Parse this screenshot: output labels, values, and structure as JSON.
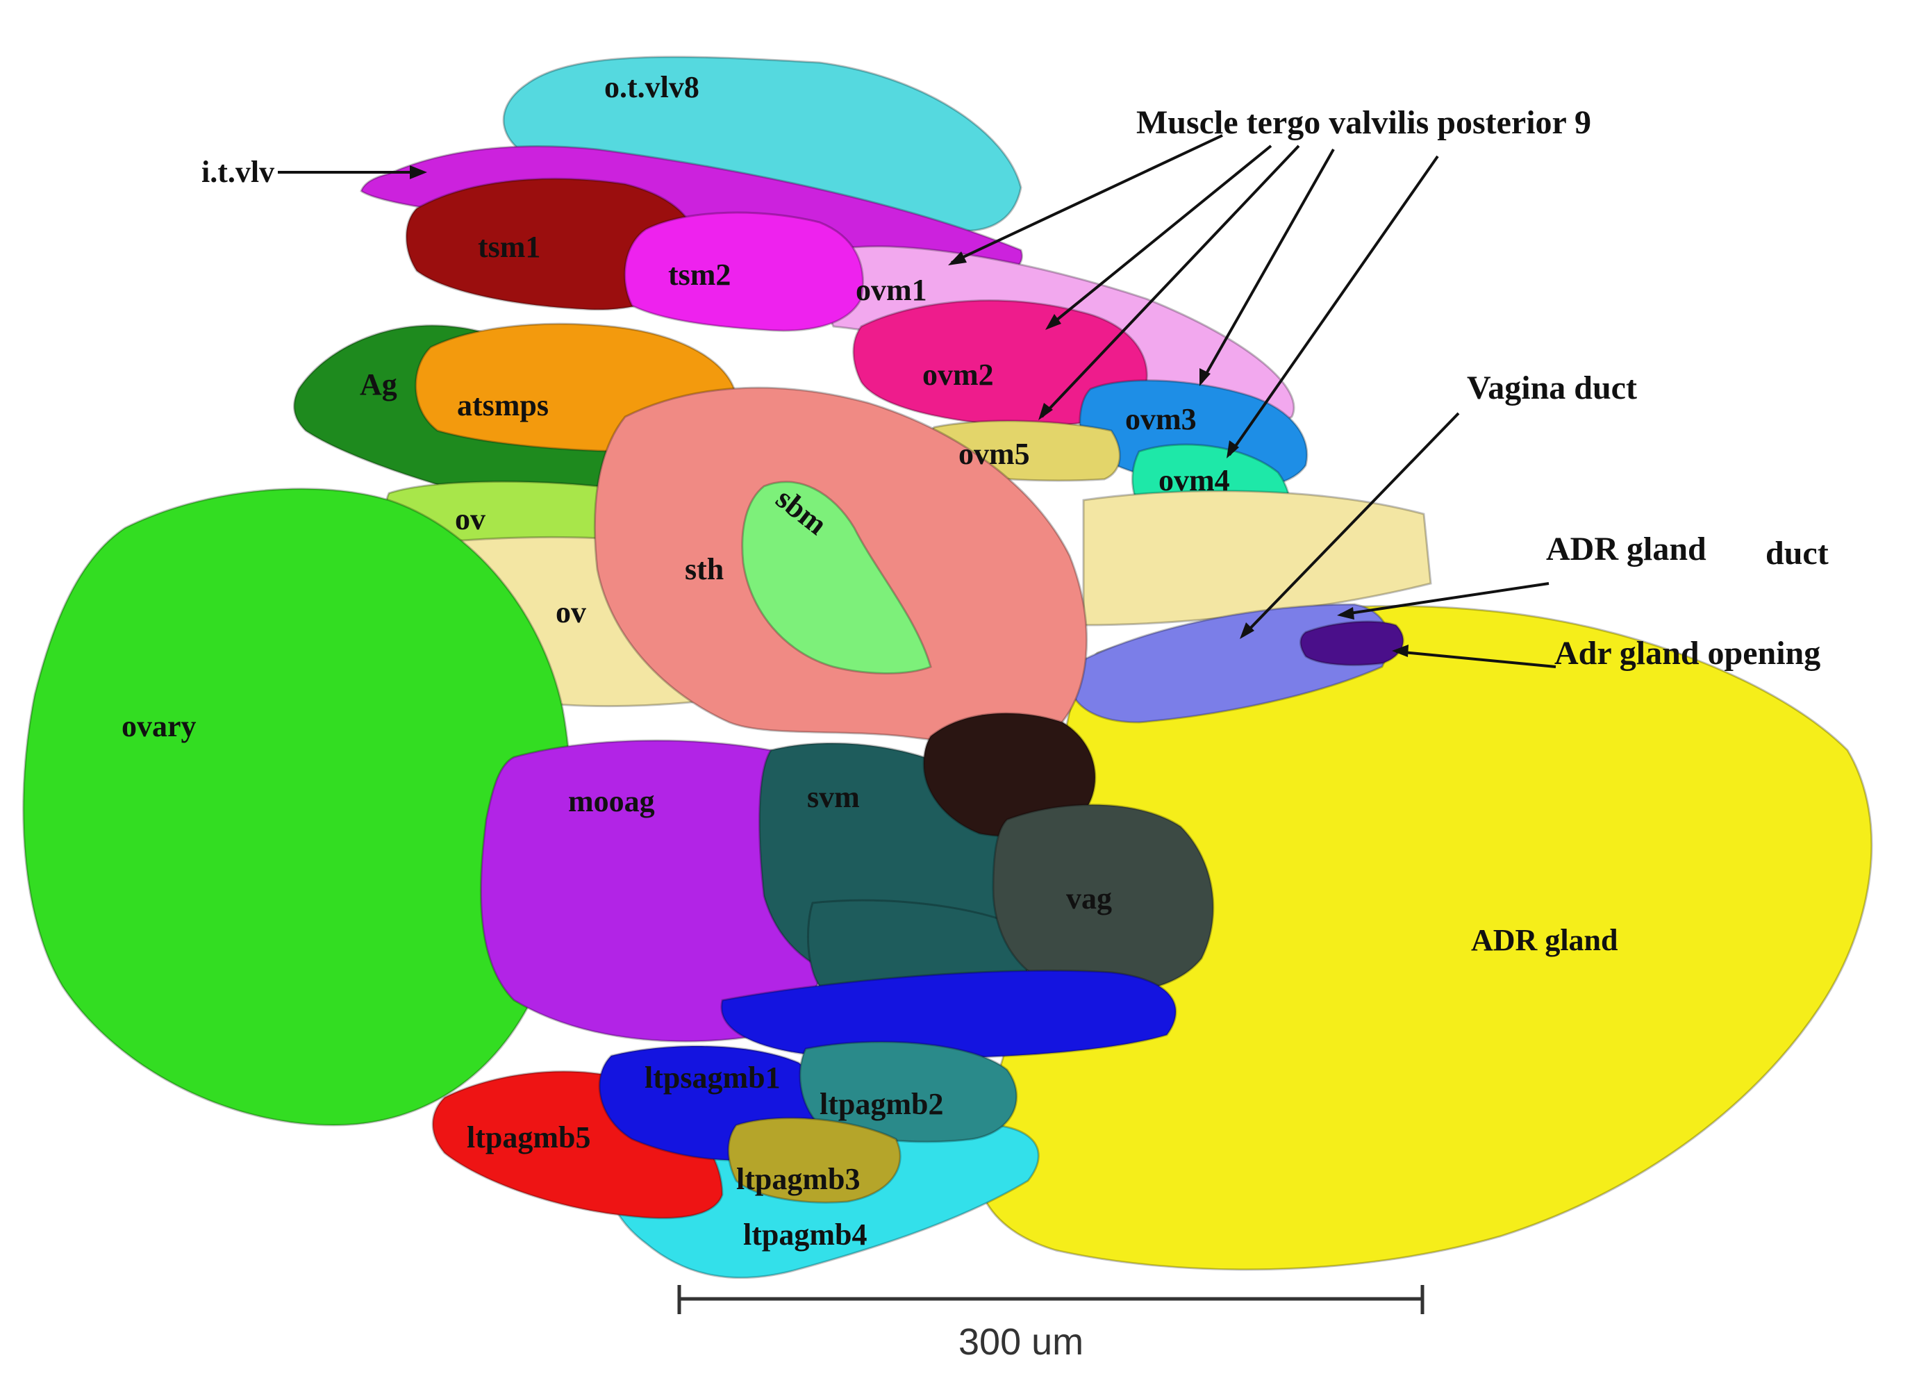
{
  "labels": {
    "otvlv8": "o.t.vlv8",
    "itvlv": "i.t.vlv",
    "tsm1": "tsm1",
    "tsm2": "tsm2",
    "ovm1": "ovm1",
    "ovm2": "ovm2",
    "ovm3": "ovm3",
    "ovm4": "ovm4",
    "ovm5": "ovm5",
    "ag": "Ag",
    "atsmps": "atsmps",
    "ov_upper": "ov",
    "ov_lower": "ov",
    "sth": "sth",
    "sbm": "sbm",
    "ovary": "ovary",
    "mooag": "mooag",
    "svm": "svm",
    "vag": "vag",
    "adr_gland": "ADR gland",
    "ltpsagmb1": "ltpsagmb1",
    "ltpagmb2": "ltpagmb2",
    "ltpagmb3": "ltpagmb3",
    "ltpagmb4": "ltpagmb4",
    "ltpagmb5": "ltpagmb5"
  },
  "callouts": {
    "muscle": "Muscle tergo valvilis posterior 9",
    "vagina_duct": "Vagina duct",
    "adr_duct_a": "ADR gland",
    "adr_duct_b": "duct",
    "adr_opening": "Adr gland opening"
  },
  "scale_bar": {
    "label": "300 um"
  },
  "colors": {
    "ovary": "#33dd22",
    "ov": "#f3e6a3",
    "ov_green": "#a8e64a",
    "ag": "#1e8a1e",
    "atsmps": "#f39a0d",
    "tsm1": "#9b0e0e",
    "tsm2": "#ee22ee",
    "itvlv": "#cc22dd",
    "otvlv8": "#55d9df",
    "ovm1": "#f2a8ee",
    "ovm2": "#ee1c8c",
    "ovm3": "#1e8ee6",
    "ovm4": "#1ee8a8",
    "ovm5": "#e3d56a",
    "sth": "#f08a84",
    "sbm": "#7df07a",
    "vagina_duct": "#7b7ee8",
    "adr_opening": "#4a0f8a",
    "adr_gland": "#f5ee1a",
    "mooag": "#b224e6",
    "svm": "#1e5c5c",
    "vag": "#3c4a44",
    "dark_knob": "#2a1512",
    "blue_band": "#1414e0",
    "ltpsagmb1": "#1414e0",
    "ltpagmb2": "#2a8a8a",
    "ltpagmb3": "#b5a52a",
    "ltpagmb4": "#33e0ea",
    "ltpagmb5": "#ee1414"
  }
}
